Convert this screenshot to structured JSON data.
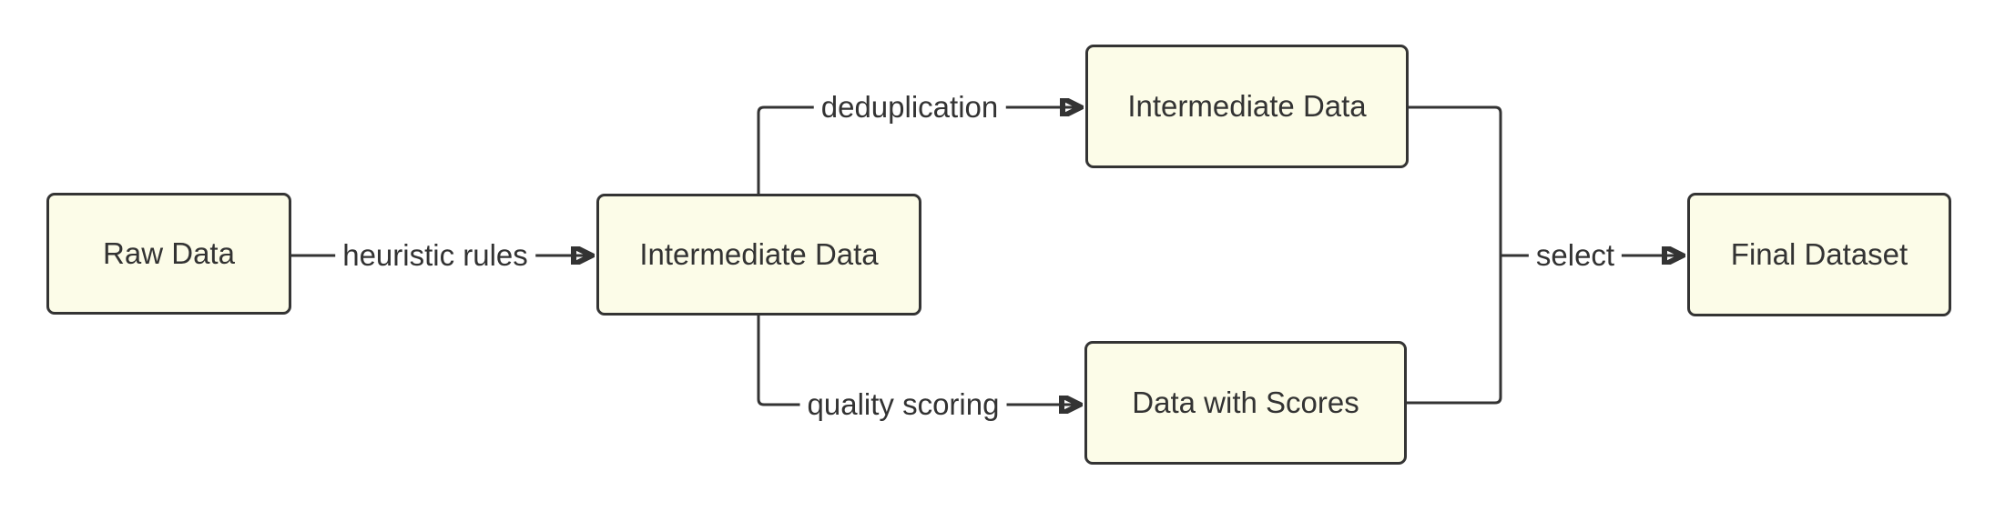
{
  "diagram": {
    "type": "flowchart",
    "direction": "left-to-right",
    "colors": {
      "node_fill": "#fcfce8",
      "node_border": "#343434",
      "edge": "#333333",
      "text": "#333333",
      "background": "#ffffff"
    },
    "nodes": [
      {
        "id": "raw",
        "label": "Raw Data"
      },
      {
        "id": "intermediate1",
        "label": "Intermediate Data"
      },
      {
        "id": "intermediate2",
        "label": "Intermediate Data"
      },
      {
        "id": "scored",
        "label": "Data with Scores"
      },
      {
        "id": "final",
        "label": "Final Dataset"
      }
    ],
    "edges": [
      {
        "from": "raw",
        "to": "intermediate1",
        "label": "heuristic rules"
      },
      {
        "from": "intermediate1",
        "to": "intermediate2",
        "label": "deduplication"
      },
      {
        "from": "intermediate1",
        "to": "scored",
        "label": "quality scoring"
      },
      {
        "from": "intermediate2",
        "to": "final",
        "label": "select"
      },
      {
        "from": "scored",
        "to": "final",
        "label": ""
      }
    ]
  }
}
